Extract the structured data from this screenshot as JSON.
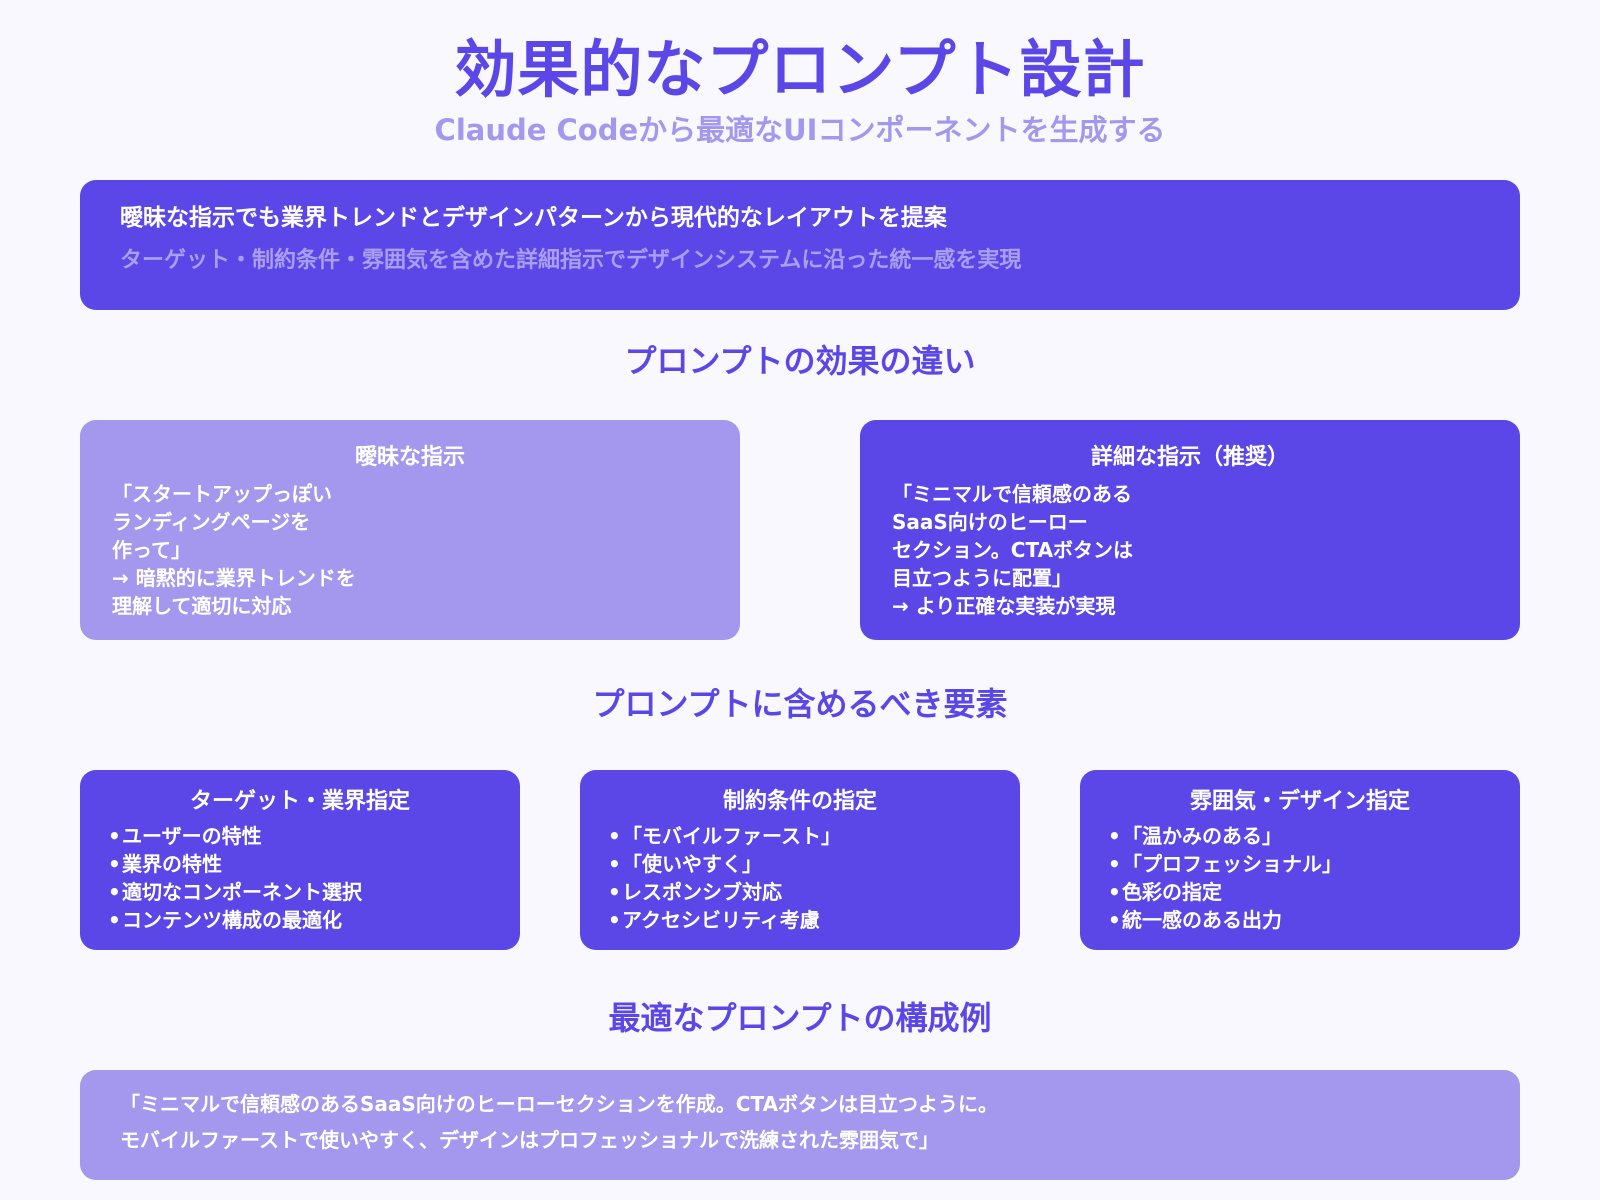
{
  "header": {
    "title": "効果的なプロンプト設計",
    "subtitle": "Claude Codeから最適なUIコンポーネントを生成する"
  },
  "hero": {
    "line1": "曖昧な指示でも業界トレンドとデザインパターンから現代的なレイアウトを提案",
    "line2": "ターゲット・制約条件・雰囲気を含めた詳細指示でデザインシステムに沿った統一感を実現"
  },
  "comparison": {
    "heading": "プロンプトの効果の違い",
    "vague": {
      "title": "曖昧な指示",
      "lines": [
        "「スタートアップっぽい",
        "ランディングページを",
        "作って」",
        "→ 暗黙的に業界トレンドを",
        "理解して適切に対応"
      ]
    },
    "detailed": {
      "title": "詳細な指示（推奨）",
      "lines": [
        "「ミニマルで信頼感のある",
        "SaaS向けのヒーロー",
        "セクション。CTAボタンは",
        "目立つように配置」",
        "→ より正確な実装が実現"
      ]
    }
  },
  "elements": {
    "heading": "プロンプトに含めるべき要素",
    "cards": [
      {
        "title": "ターゲット・業界指定",
        "items": [
          "ユーザーの特性",
          "業界の特性",
          "適切なコンポーネント選択",
          "コンテンツ構成の最適化"
        ]
      },
      {
        "title": "制約条件の指定",
        "items": [
          "「モバイルファースト」",
          "「使いやすく」",
          "レスポンシブ対応",
          "アクセシビリティ考慮"
        ]
      },
      {
        "title": "雰囲気・デザイン指定",
        "items": [
          "「温かみのある」",
          "「プロフェッショナル」",
          "色彩の指定",
          "統一感のある出力"
        ]
      }
    ]
  },
  "example": {
    "heading": "最適なプロンプトの構成例",
    "line1": "「ミニマルで信頼感のあるSaaS向けのヒーローセクションを作成。CTAボタンは目立つように。",
    "line2": "モバイルファーストで使いやすく、デザインはプロフェッショナルで洗練された雰囲気で」"
  },
  "bullet_glyph": "•",
  "colors": {
    "background": "#F8F8FE",
    "primary": "#5B47E8",
    "light": "#A398EE",
    "muted_text": "#A99EF0",
    "text_on_primary": "#FFFFFF"
  }
}
